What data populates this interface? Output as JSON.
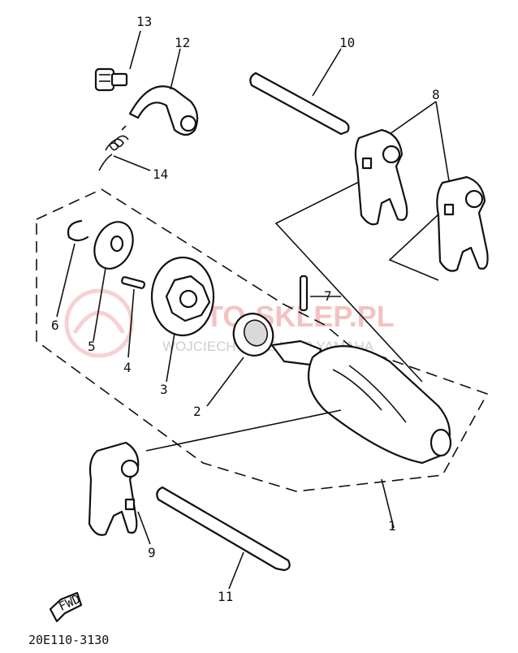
{
  "callouts": {
    "c1": "1",
    "c2": "2",
    "c3": "3",
    "c4": "4",
    "c5": "5",
    "c6": "6",
    "c7": "7",
    "c8": "8",
    "c9": "9",
    "c10": "10",
    "c11": "11",
    "c12": "12",
    "c13": "13",
    "c14": "14"
  },
  "diagram_code": "20E110-3130",
  "fwd_label": "FWD",
  "watermark": {
    "main": "MOTO-SKLEP.PL",
    "sub": "WOJCIECH … DEALER YAMAHA"
  },
  "colors": {
    "ink": "#111111",
    "watermark": "#e87a7a"
  }
}
